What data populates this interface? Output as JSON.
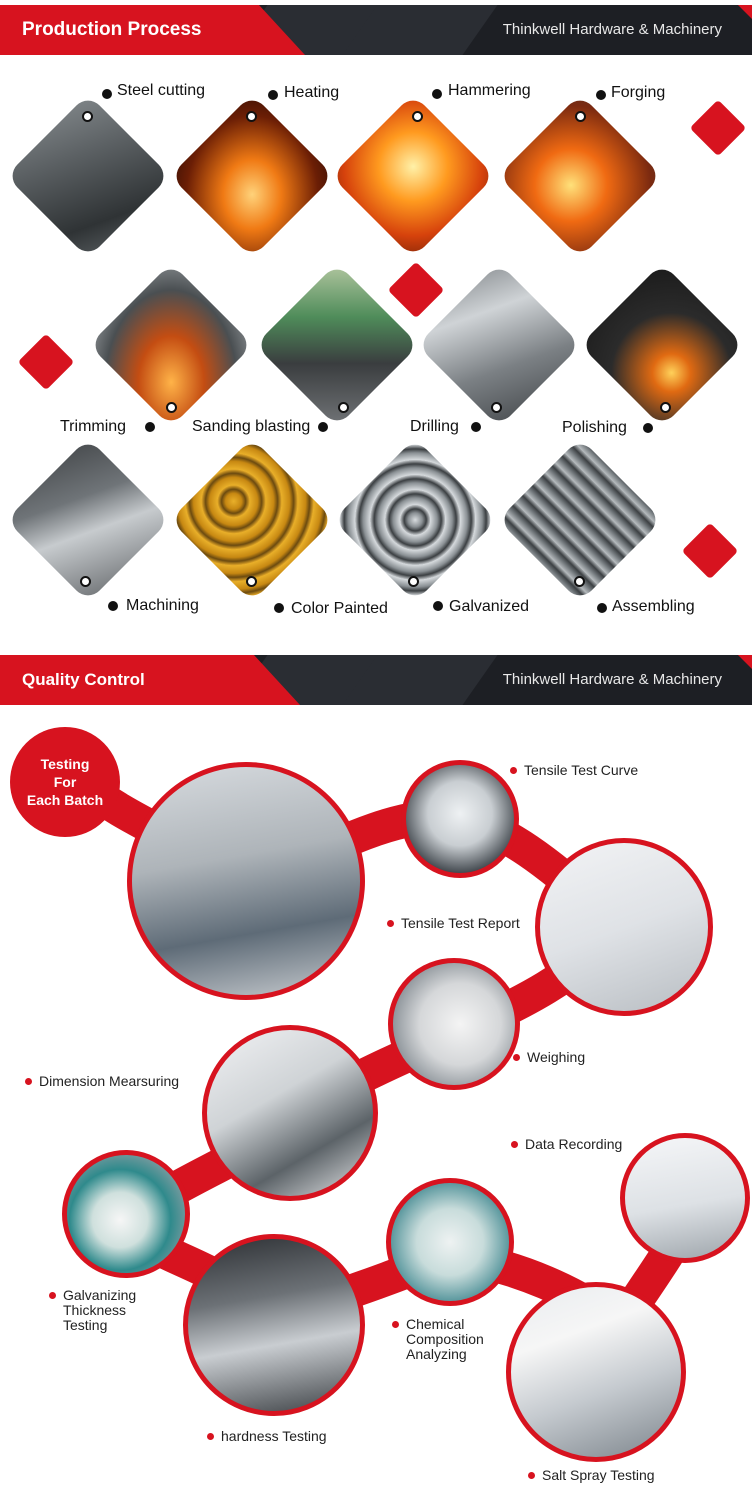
{
  "production": {
    "title": "Production Process",
    "company": "Thinkwell Hardware & Machinery",
    "steps": [
      {
        "label": "Steel cutting",
        "icon": "steel-cutting-photo"
      },
      {
        "label": "Heating",
        "icon": "heating-photo"
      },
      {
        "label": "Hammering",
        "icon": "hammering-photo"
      },
      {
        "label": "Forging",
        "icon": "forging-photo"
      },
      {
        "label": "Trimming",
        "icon": "trimming-photo"
      },
      {
        "label": "Sanding blasting",
        "icon": "sanding-blasting-photo"
      },
      {
        "label": "Drilling",
        "icon": "drilling-photo"
      },
      {
        "label": "Polishing",
        "icon": "polishing-photo"
      },
      {
        "label": "Machining",
        "icon": "machining-photo"
      },
      {
        "label": "Color Painted",
        "icon": "color-painted-photo"
      },
      {
        "label": "Galvanized",
        "icon": "galvanized-photo"
      },
      {
        "label": "Assembling",
        "icon": "assembling-photo"
      }
    ]
  },
  "quality": {
    "title": "Quality Control",
    "company": "Thinkwell Hardware & Machinery",
    "badge": [
      "Testing",
      "For",
      "Each Batch"
    ],
    "items": [
      {
        "label": "Tensile Test Curve"
      },
      {
        "label": "Tensile Test Report"
      },
      {
        "label": "Weighing"
      },
      {
        "label": "Dimension Mearsuring"
      },
      {
        "label": "Data Recording"
      },
      {
        "label_lines": [
          "Galvanizing",
          "Thickness",
          "Testing"
        ]
      },
      {
        "label_lines": [
          "Chemical",
          "Composition",
          "Analyzing"
        ]
      },
      {
        "label": "hardness Testing"
      },
      {
        "label": "Salt Spray Testing"
      }
    ]
  },
  "colors": {
    "accent": "#d7131f",
    "banner_dark": "#1d1f24"
  }
}
